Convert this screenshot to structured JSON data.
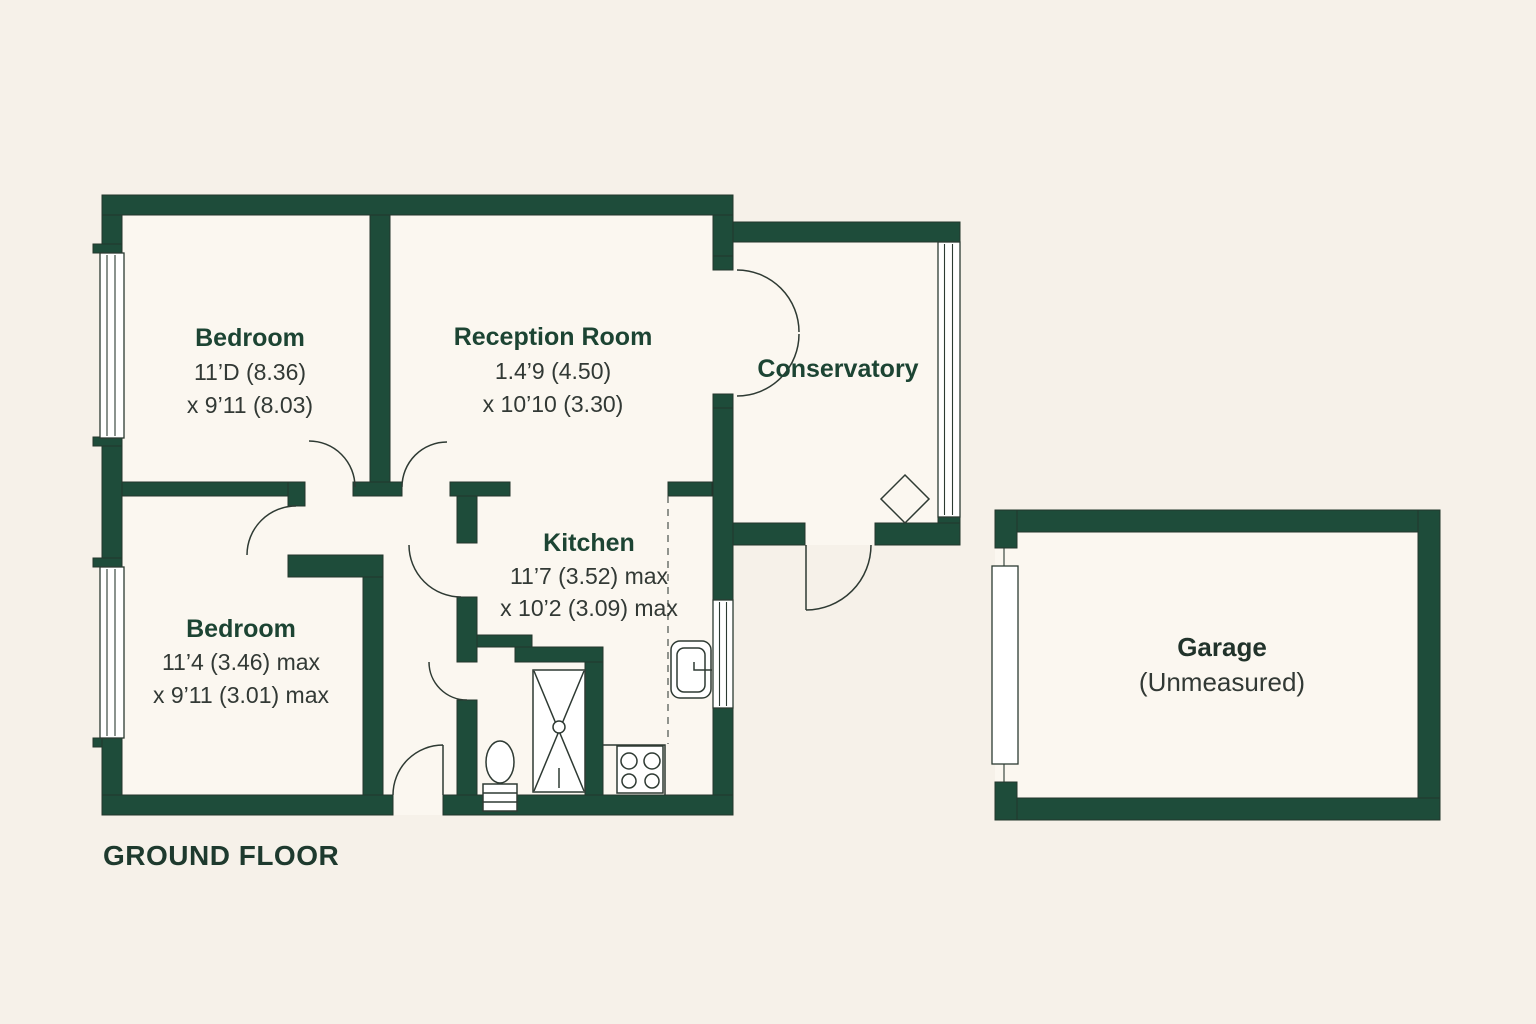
{
  "plan": {
    "title": "GROUND FLOOR",
    "colors": {
      "wall": "#1e4c3a",
      "background": "#f6f1e9",
      "floor": "#fbf7f0",
      "room_name": "#1c4433",
      "dimension_text": "#323935",
      "title_text": "#1e3a2e",
      "fixture_line": "#2e3a33"
    },
    "rooms": [
      {
        "name": "Bedroom",
        "dim1": "11’D (8.36)",
        "dim2": "x 9’11 (8.03)"
      },
      {
        "name": "Reception Room",
        "dim1": "1.4’9 (4.50)",
        "dim2": "x 10’10 (3.30)"
      },
      {
        "name": "Conservatory"
      },
      {
        "name": "Kitchen",
        "dim1": "11’7 (3.52) max",
        "dim2": "x 10’2 (3.09) max"
      },
      {
        "name": "Bedroom",
        "dim1": "11’4 (3.46) max",
        "dim2": "x 9’11 (3.01) max"
      },
      {
        "name": "Garage",
        "dim1": "(Unmeasured)"
      }
    ]
  }
}
